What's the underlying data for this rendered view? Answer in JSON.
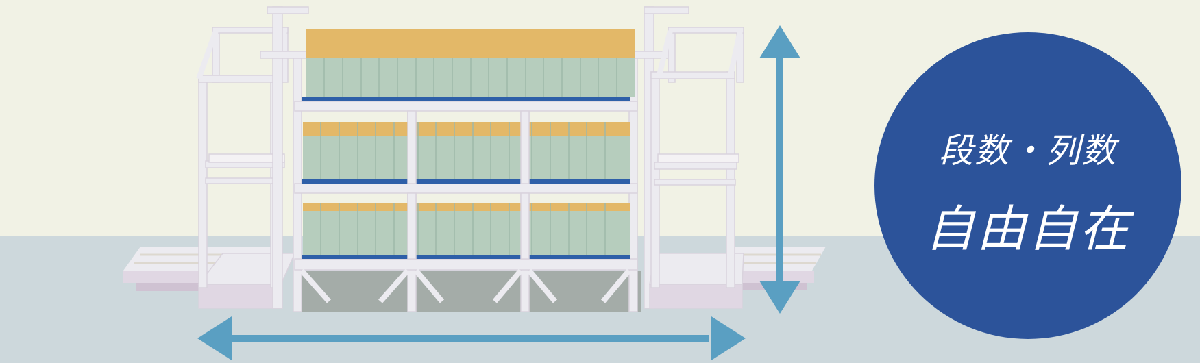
{
  "badge": {
    "line1": "段数・列数",
    "line2": "自由自在"
  },
  "colors": {
    "wall": "#f1f2e5",
    "floor": "#cdd8dc",
    "frame": "#ecebf0",
    "frame_shadow": "#cfc2d2",
    "tray": "#b6cdbd",
    "cargo": "#e3b868",
    "shelf_edge": "#2e5fa8",
    "arrow": "#5a9fc2",
    "badge": "#2c539a"
  },
  "icons": {
    "horizontal": "double-headed-arrow-horizontal",
    "vertical": "double-headed-arrow-vertical"
  }
}
